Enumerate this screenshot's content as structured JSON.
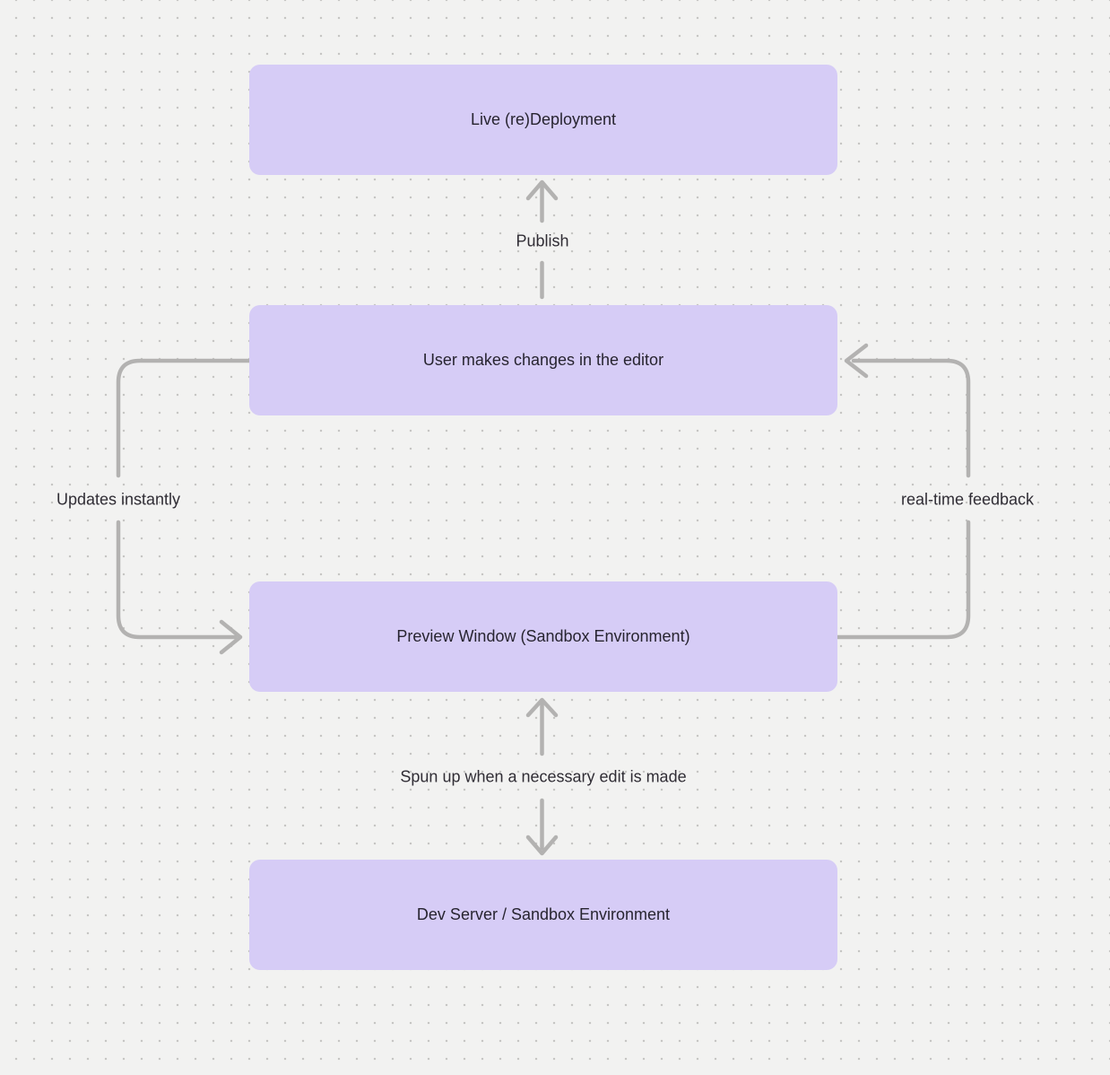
{
  "diagram": {
    "background_color": "#f2f2f1",
    "dot_color": "#c5c4c3",
    "node_fill_color": "#d6ccf6",
    "arrow_color": "#b3b2b1",
    "node_text_color": "#272430",
    "label_text_color": "#302d35"
  },
  "nodes": [
    {
      "id": "live-redeployment",
      "label": "Live (re)Deployment"
    },
    {
      "id": "user-editor",
      "label": "User makes changes in the editor"
    },
    {
      "id": "preview-window",
      "label": "Preview Window (Sandbox Environment)"
    },
    {
      "id": "dev-server",
      "label": "Dev Server / Sandbox Environment"
    }
  ],
  "edges": [
    {
      "id": "publish",
      "label": "Publish",
      "from": "user-editor",
      "to": "live-redeployment",
      "direction": "up"
    },
    {
      "id": "updates-instantly",
      "label": "Updates instantly",
      "from": "user-editor",
      "to": "preview-window",
      "direction": "down-left-loop"
    },
    {
      "id": "real-time-feedback",
      "label": "real-time feedback",
      "from": "preview-window",
      "to": "user-editor",
      "direction": "up-right-loop"
    },
    {
      "id": "spun-up",
      "label": "Spun up when a necessary edit is made",
      "from": "dev-server",
      "to": "preview-window",
      "direction": "bidirectional"
    }
  ]
}
